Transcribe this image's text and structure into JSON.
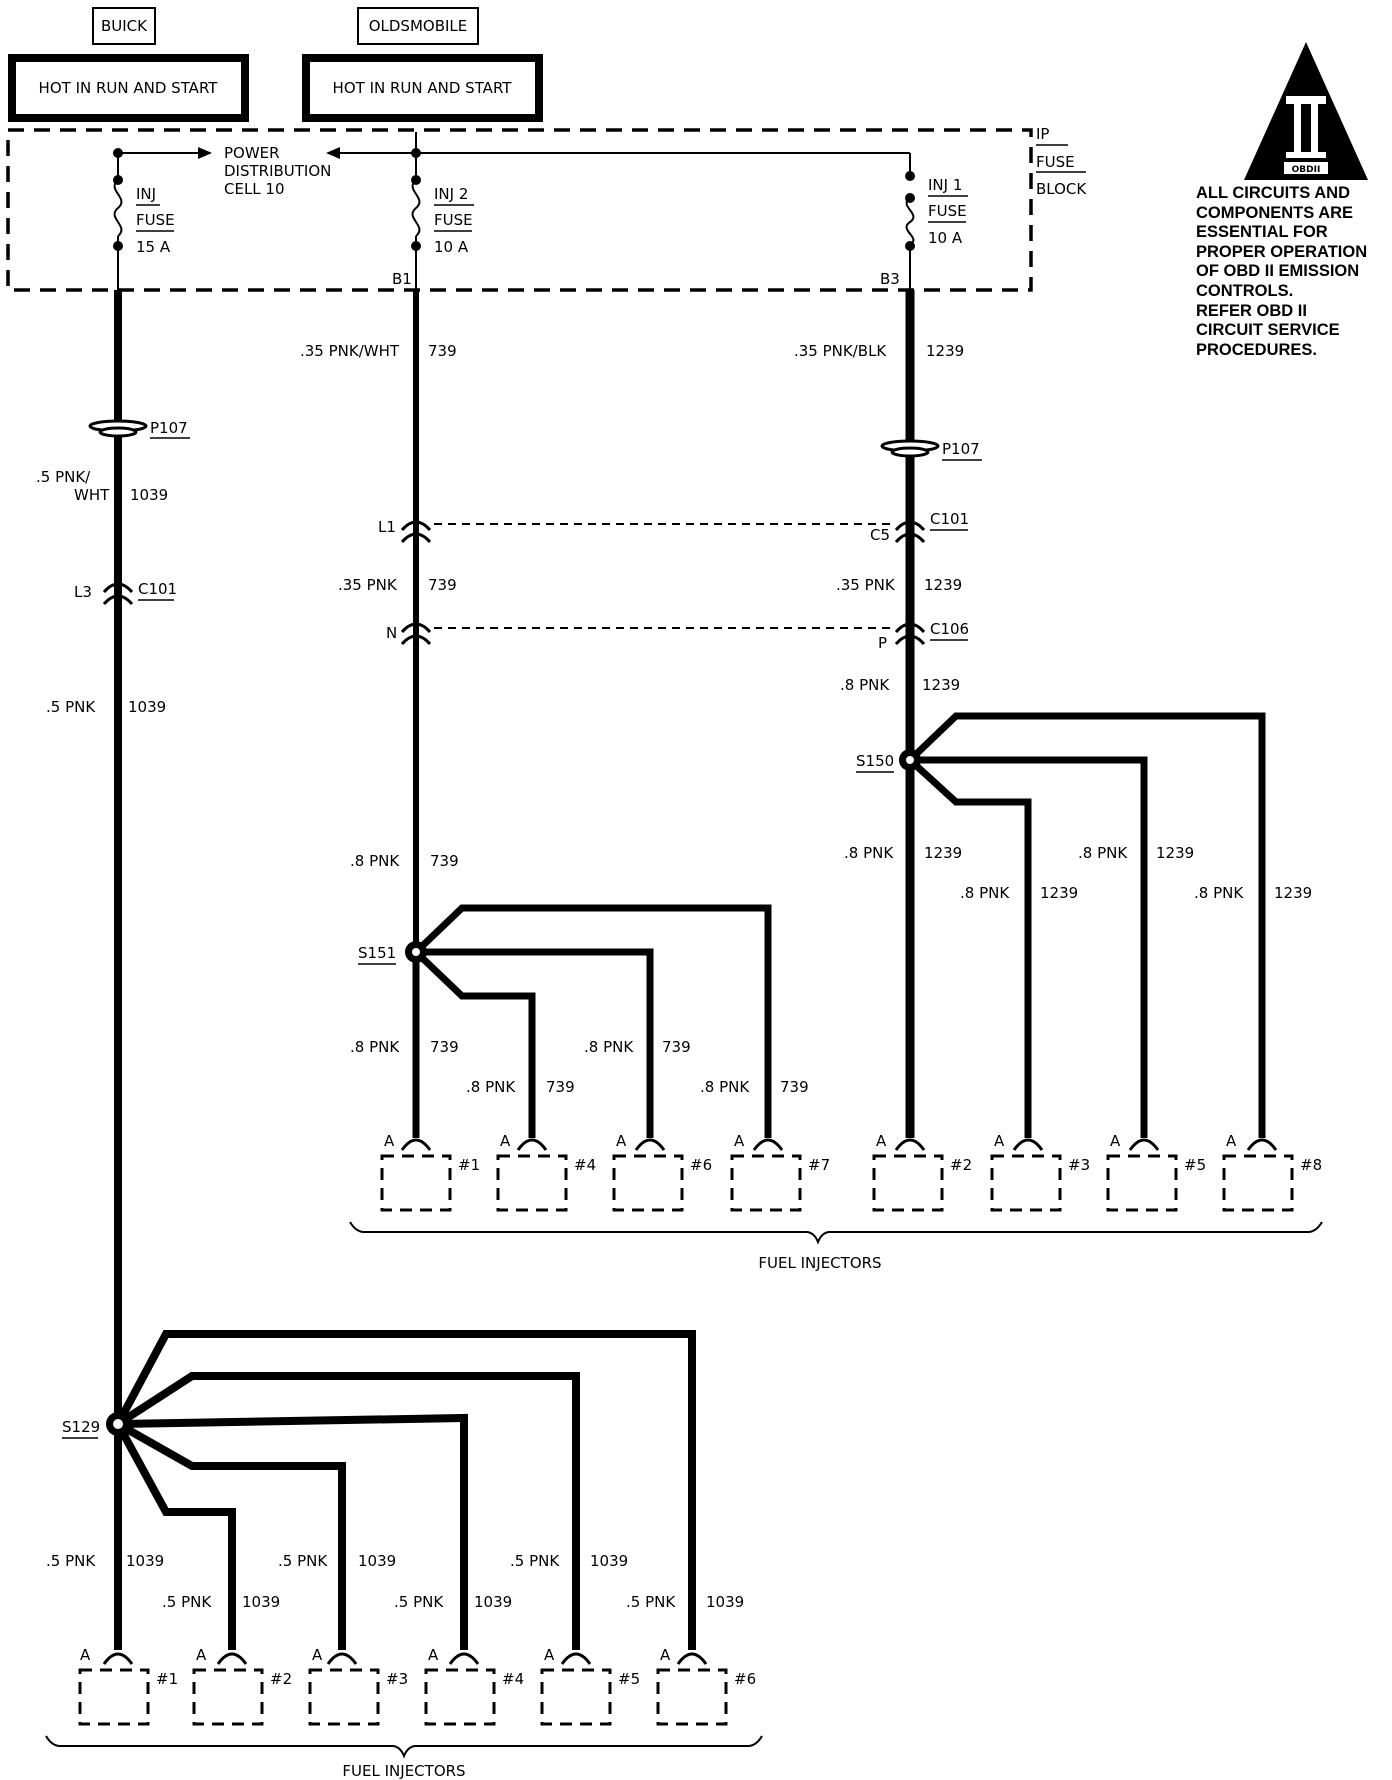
{
  "headers": {
    "buick_tag": "BUICK",
    "buick_box": "HOT IN RUN AND START",
    "olds_tag": "OLDSMOBILE",
    "olds_box": "HOT IN RUN AND START"
  },
  "fuse_block": {
    "label_lines": [
      "IP",
      "FUSE",
      "BLOCK"
    ],
    "power_distribution": [
      "POWER",
      "DISTRIBUTION",
      "CELL 10"
    ],
    "fuses": [
      {
        "name": "INJ",
        "sub": "FUSE",
        "rating": "15 A"
      },
      {
        "name": "INJ 2",
        "sub": "FUSE",
        "rating": "10 A",
        "pin": "B1"
      },
      {
        "name": "INJ 1",
        "sub": "FUSE",
        "rating": "10 A",
        "pin": "B3"
      }
    ]
  },
  "obd": {
    "badge": "OBDII",
    "notice_lines": [
      "ALL CIRCUITS AND",
      "COMPONENTS ARE",
      "ESSENTIAL FOR",
      "PROPER OPERATION",
      "OF OBD II EMISSION",
      "CONTROLS.",
      "REFER  OBD II",
      "CIRCUIT SERVICE",
      "PROCEDURES."
    ]
  },
  "buick_circuit": {
    "wire_top": {
      "gauge_color_1": ".5 PNK/",
      "gauge_color_2": "WHT",
      "circuit": "1039"
    },
    "pass_through": "P107",
    "connector": {
      "pin": "L3",
      "name": "C101"
    },
    "wire_mid": {
      "gauge_color": ".5 PNK",
      "circuit": "1039"
    },
    "splice": "S129",
    "branches": [
      {
        "gauge_color": ".5 PNK",
        "circuit": "1039"
      },
      {
        "gauge_color": ".5 PNK",
        "circuit": "1039"
      },
      {
        "gauge_color": ".5 PNK",
        "circuit": "1039"
      },
      {
        "gauge_color": ".5 PNK",
        "circuit": "1039"
      },
      {
        "gauge_color": ".5 PNK",
        "circuit": "1039"
      },
      {
        "gauge_color": ".5 PNK",
        "circuit": "1039"
      }
    ],
    "injectors": [
      "#1",
      "#2",
      "#3",
      "#4",
      "#5",
      "#6"
    ],
    "pin": "A",
    "group_label": "FUEL INJECTORS"
  },
  "olds_circuit": {
    "left": {
      "wire_top": {
        "gauge_color": ".35 PNK/WHT",
        "circuit": "739"
      },
      "c101_pin": "L1",
      "wire_mid": {
        "gauge_color": ".35 PNK",
        "circuit": "739"
      },
      "c106_pin": "N",
      "wire_low": {
        "gauge_color": ".8 PNK",
        "circuit": "739"
      },
      "splice": "S151",
      "branches": [
        {
          "gauge_color": ".8 PNK",
          "circuit": "739"
        },
        {
          "gauge_color": ".8 PNK",
          "circuit": "739"
        },
        {
          "gauge_color": ".8 PNK",
          "circuit": "739"
        },
        {
          "gauge_color": ".8 PNK",
          "circuit": "739"
        }
      ],
      "injectors": [
        "#1",
        "#4",
        "#6",
        "#7"
      ]
    },
    "right": {
      "wire_top": {
        "gauge_color": ".35 PNK/BLK",
        "circuit": "1239"
      },
      "pass_through": "P107",
      "c101_pin": "C5",
      "c101_name": "C101",
      "wire_mid": {
        "gauge_color": ".35 PNK",
        "circuit": "1239"
      },
      "c106_pin": "P",
      "c106_name": "C106",
      "wire_low": {
        "gauge_color": ".8 PNK",
        "circuit": "1239"
      },
      "splice": "S150",
      "branches": [
        {
          "gauge_color": ".8 PNK",
          "circuit": "1239"
        },
        {
          "gauge_color": ".8 PNK",
          "circuit": "1239"
        },
        {
          "gauge_color": ".8 PNK",
          "circuit": "1239"
        },
        {
          "gauge_color": ".8 PNK",
          "circuit": "1239"
        }
      ],
      "injectors": [
        "#2",
        "#3",
        "#5",
        "#8"
      ]
    },
    "pin": "A",
    "group_label": "FUEL INJECTORS"
  }
}
